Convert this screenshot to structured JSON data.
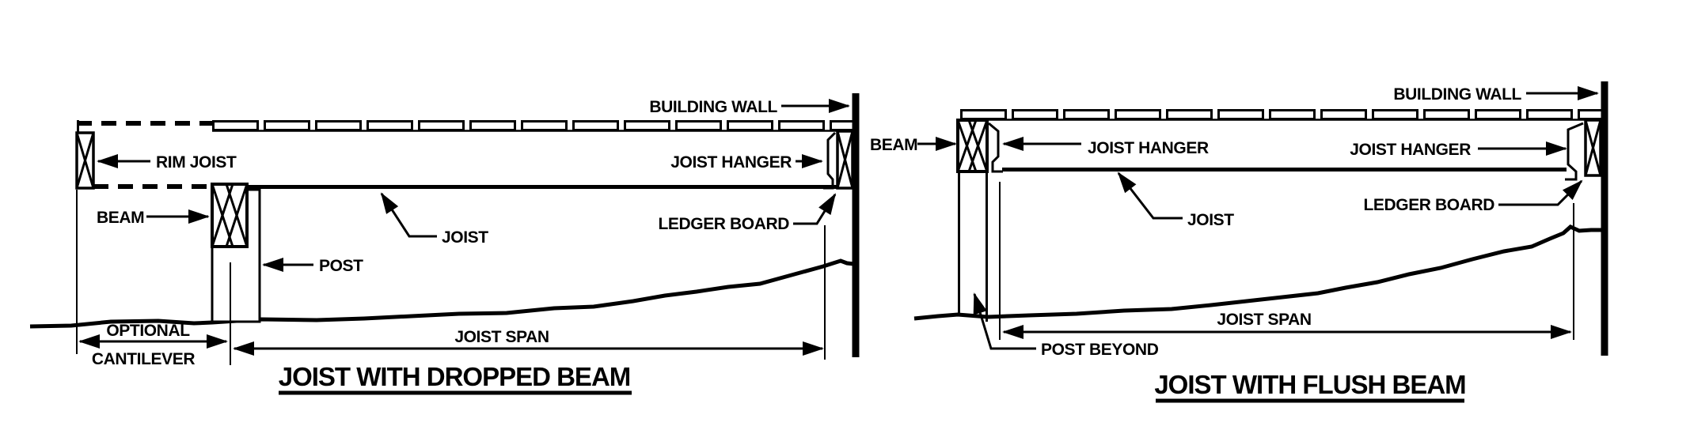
{
  "canvas": {
    "background": "#ffffff",
    "line_color": "#000000",
    "description": "Deck framing construction diagram, two side-by-side cross sections"
  },
  "left_diagram": {
    "title": "JOIST WITH DROPPED BEAM",
    "labels": {
      "building_wall": "BUILDING WALL",
      "rim_joist": "RIM JOIST",
      "joist_hanger": "JOIST HANGER",
      "beam": "BEAM",
      "joist": "JOIST",
      "ledger_board": "LEDGER BOARD",
      "post": "POST",
      "optional": "OPTIONAL",
      "cantilever": "CANTILEVER",
      "joist_span": "JOIST SPAN"
    }
  },
  "right_diagram": {
    "title": "JOIST WITH FLUSH BEAM",
    "labels": {
      "beam": "BEAM",
      "joist_hanger_left": "JOIST HANGER",
      "building_wall": "BUILDING WALL",
      "joist_hanger_right": "JOIST HANGER",
      "joist": "JOIST",
      "ledger_board": "LEDGER BOARD",
      "joist_span": "JOIST SPAN",
      "post_beyond": "POST BEYOND"
    }
  }
}
